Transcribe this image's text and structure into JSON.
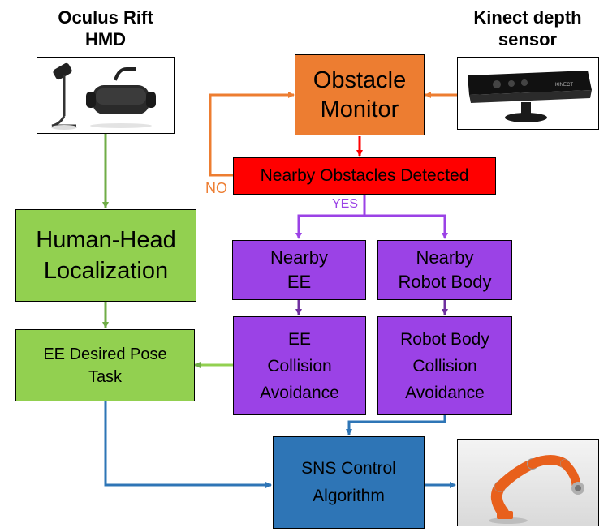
{
  "sources": {
    "hmd": {
      "line1": "Oculus Rift",
      "line2": "HMD"
    },
    "kinect": {
      "line1": "Kinect depth",
      "line2": "sensor"
    }
  },
  "nodes": {
    "obstacle_monitor": {
      "line1": "Obstacle",
      "line2": "Monitor"
    },
    "nearby_obstacles": {
      "text": "Nearby Obstacles Detected"
    },
    "head_localization": {
      "line1": "Human-Head",
      "line2": "Localization"
    },
    "nearby_ee": {
      "line1": "Nearby",
      "line2": "EE"
    },
    "nearby_robot_body": {
      "line1": "Nearby",
      "line2": "Robot Body"
    },
    "ee_desired_pose": {
      "line1": "EE Desired Pose",
      "line2": "Task"
    },
    "ee_collision": {
      "line1": "EE",
      "line2": "Collision",
      "line3": "Avoidance"
    },
    "robot_body_collision": {
      "line1": "Robot Body",
      "line2": "Collision",
      "line3": "Avoidance"
    },
    "sns_control": {
      "line1": "SNS Control",
      "line2": "Algorithm"
    }
  },
  "edge_labels": {
    "no": "NO",
    "yes": "YES"
  },
  "device_marks": {
    "kinect_logo": "KINECT"
  },
  "colors": {
    "orange": "#ED7D31",
    "red": "#FF0000",
    "green": "#92D050",
    "purple": "#9B42E6",
    "blue": "#2E75B6",
    "robot_orange": "#E8601C"
  }
}
